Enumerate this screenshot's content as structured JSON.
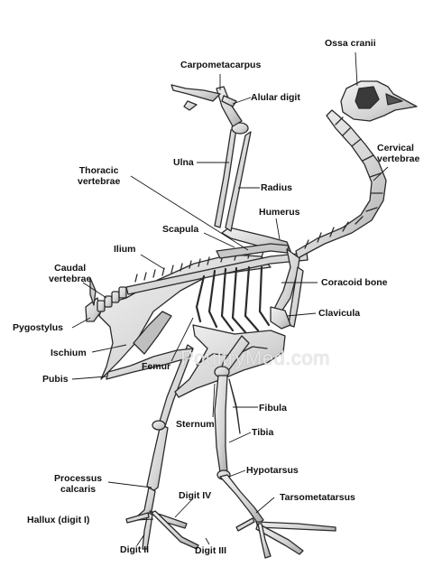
{
  "labels": {
    "ossa_cranii": "Ossa cranii",
    "carpometacarpus": "Carpometacarpus",
    "alular_digit": "Alular digit",
    "cervical_vertebrae": "Cervical\nvertebrae",
    "ulna": "Ulna",
    "thoracic_vertebrae": "Thoracic\nvertebrae",
    "radius": "Radius",
    "humerus": "Humerus",
    "scapula": "Scapula",
    "ilium": "Ilium",
    "caudal_vertebrae": "Caudal\nvertebrae",
    "coracoid_bone": "Coracoid bone",
    "clavicula": "Clavicula",
    "pygostylus": "Pygostylus",
    "ischium": "Ischium",
    "pubis": "Pubis",
    "femur": "Femur",
    "fibula": "Fibula",
    "sternum": "Sternum",
    "tibia": "Tibia",
    "hypotarsus": "Hypotarsus",
    "processus_calcaris": "Processus\ncalcaris",
    "digit_iv": "Digit IV",
    "tarsometatarsus": "Tarsometatarsus",
    "hallux": "Hallux (digit I)",
    "digit_ii": "Digit II",
    "digit_iii": "Digit III"
  },
  "watermark": "PoultryMed.com",
  "colors": {
    "bone_fill": "#d9d9d9",
    "bone_stroke": "#2b2b2b",
    "leader": "#1a1a1a",
    "skull_dark": "#3a3a3a"
  }
}
